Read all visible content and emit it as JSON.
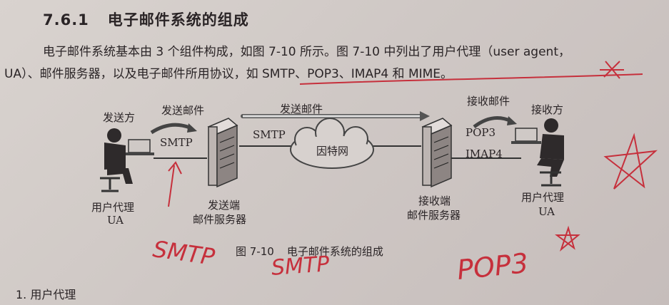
{
  "heading": {
    "number": "7.6.1",
    "title": "电子邮件系统的组成"
  },
  "paragraph": {
    "line1": "电子邮件系统基本由 3 个组件构成，如图 7-10 所示。图 7-10 中列出了用户代理（user agent，",
    "line2": "UA）、邮件服务器，以及电子邮件所用协议，如 SMTP、POP3、IMAP4 和 MIME。"
  },
  "diagram": {
    "sender": "发送方",
    "receiver": "接收方",
    "send_mail_left": "发送邮件",
    "send_mail_middle": "发送邮件",
    "receive_mail": "接收邮件",
    "smtp_left": "SMTP",
    "smtp_right": "SMTP",
    "internet": "因特网",
    "pop3": "POP3",
    "imap4": "IMAP4",
    "ua_left_line1": "用户代理",
    "ua_left_line2": "UA",
    "ua_right_line1": "用户代理",
    "ua_right_line2": "UA",
    "send_server_line1": "发送端",
    "send_server_line2": "邮件服务器",
    "recv_server_line1": "接收端",
    "recv_server_line2": "邮件服务器"
  },
  "caption": {
    "figure": "图 7-10",
    "title": "电子邮件系统的组成"
  },
  "section": {
    "title": "1. 用户代理"
  },
  "handwriting": {
    "smtp_1": "SMTP",
    "smtp_2": "SMTP",
    "pop3": "POP3"
  },
  "colors": {
    "ink": "#c6303c",
    "text": "#2a2426",
    "paper": "#d6cfcc"
  }
}
